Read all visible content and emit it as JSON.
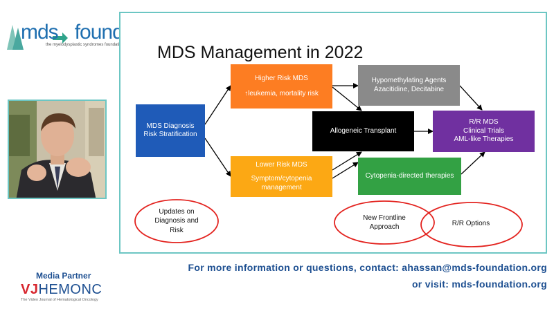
{
  "logo": {
    "text_mds": "mds",
    "text_foundation": "foundation",
    "tagline": "the myelodysplastic syndromes foundation, inc."
  },
  "slide": {
    "title": "MDS Management in 2022",
    "boxes": {
      "diagnosis": [
        "MDS Diagnosis",
        "Risk Stratification"
      ],
      "higher_risk": [
        "Higher Risk MDS",
        "↑leukemia, mortality risk"
      ],
      "lower_risk": [
        "Lower Risk MDS",
        "Symptom/cytopenia",
        "management"
      ],
      "hma": [
        "Hypomethylating Agents",
        "Azacitidine, Decitabine"
      ],
      "transplant": [
        "Allogeneic Transplant"
      ],
      "cytopenia": [
        "Cytopenia-directed therapies"
      ],
      "rr_mds": [
        "R/R MDS",
        "Clinical Trials",
        "AML-like Therapies"
      ]
    },
    "ellipses": {
      "updates": [
        "Updates on",
        "Diagnosis and",
        "Risk"
      ],
      "frontline": [
        "New Frontline",
        "Approach"
      ],
      "rr_options": [
        "R/R Options"
      ]
    },
    "colors": {
      "blue": "#1f5bb8",
      "orange": "#fd7d22",
      "orange_light": "#fca814",
      "gray": "#8a8a8a",
      "black": "#000000",
      "green": "#33a144",
      "purple": "#7030a0",
      "ellipse": "#e3231f"
    }
  },
  "footer": {
    "line1": "For more information  or questions,  contact: ahassan@mds-foundation.org",
    "line2": "or visit:  mds-foundation.org",
    "media_partner": "Media Partner",
    "vj_prefix": "VJ",
    "vj_hem": "HEM",
    "vj_onc": "ONC",
    "vj_tagline": "The Video Journal of Hematological Oncology"
  }
}
